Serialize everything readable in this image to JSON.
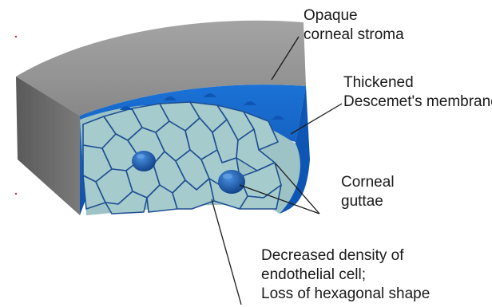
{
  "labels": {
    "stroma": [
      "Opaque",
      "corneal stroma"
    ],
    "descemet": [
      "Thickened",
      "Descemet's membrane"
    ],
    "guttae": [
      "Corneal",
      "guttae"
    ],
    "endothelium": [
      "Decreased density of",
      "endothelial cell;",
      "Loss of hexagonal shape"
    ]
  },
  "colors": {
    "stroma_top": "#8c8c8c",
    "stroma_side": "#6b6b6b",
    "descemet": "#1565c8",
    "endothelium": "#9ec3c6",
    "cell_border": "#1e4f92",
    "gutta": "#1d5fae",
    "leader_line": "#1a1a1a"
  }
}
